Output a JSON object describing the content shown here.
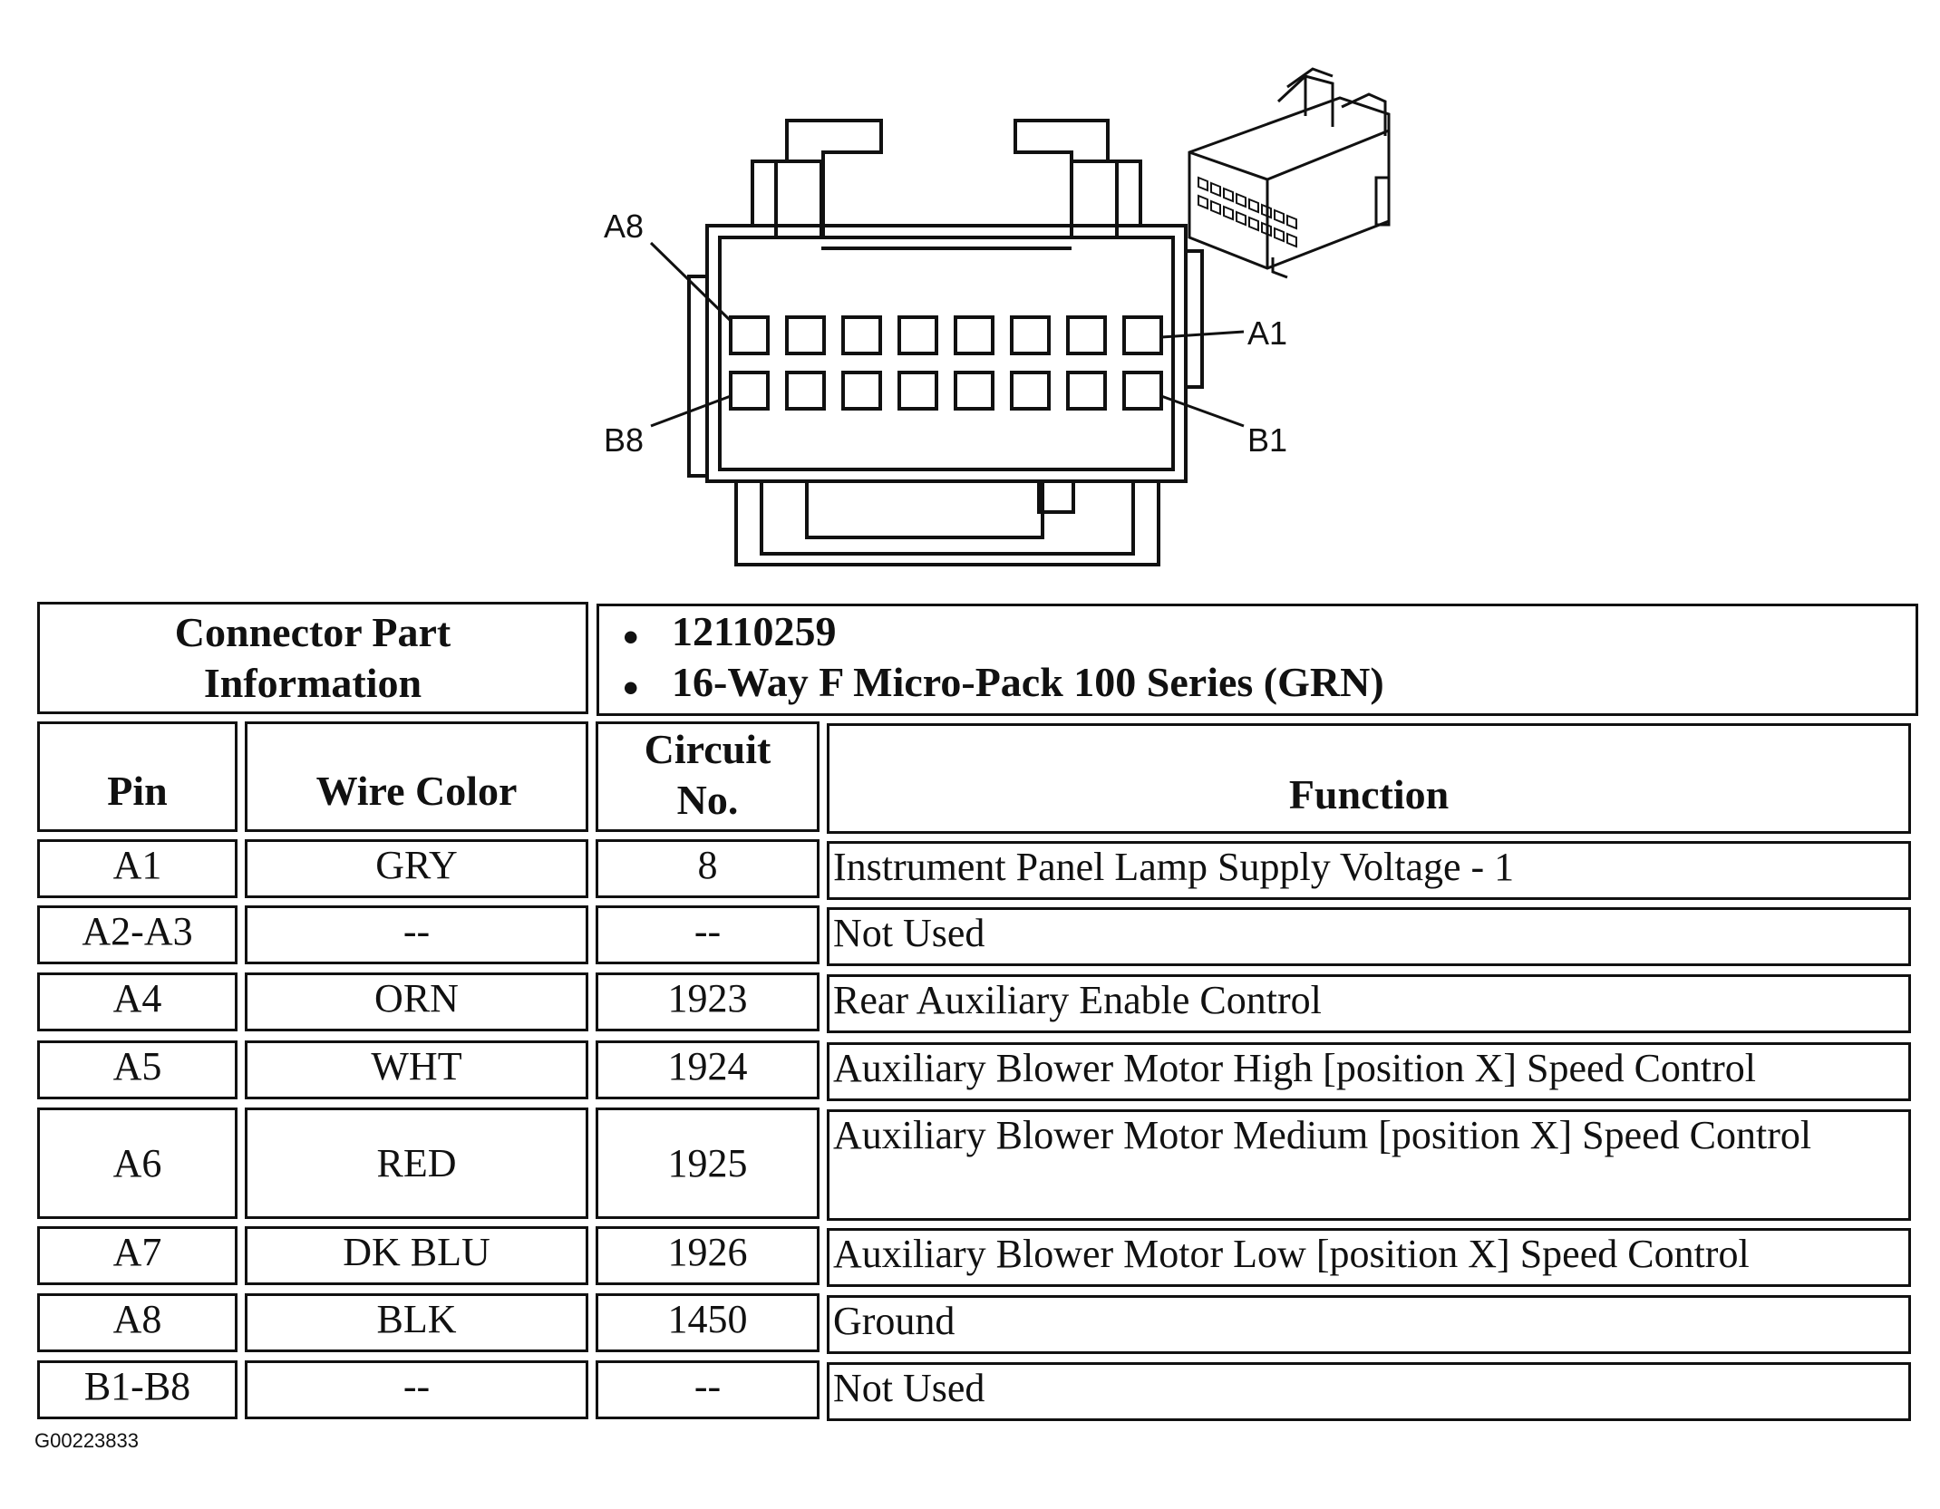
{
  "diagram": {
    "callouts": {
      "a8": "A8",
      "a1": "A1",
      "b8": "B8",
      "b1": "B1"
    }
  },
  "info": {
    "label": "Connector Part Information",
    "label_line1": "Connector Part",
    "label_line2": "Information",
    "items": [
      "12110259",
      "16-Way F Micro-Pack 100 Series (GRN)"
    ]
  },
  "table": {
    "headers": {
      "pin": "Pin",
      "wire_color": "Wire Color",
      "circuit_line1": "Circuit",
      "circuit_line2": "No.",
      "function": "Function"
    },
    "rows": [
      {
        "pin": "A1",
        "wire_color": "GRY",
        "circuit": "8",
        "function": "Instrument Panel Lamp Supply Voltage - 1"
      },
      {
        "pin": "A2-A3",
        "wire_color": "--",
        "circuit": "--",
        "function": "Not Used"
      },
      {
        "pin": "A4",
        "wire_color": "ORN",
        "circuit": "1923",
        "function": "Rear Auxiliary Enable Control"
      },
      {
        "pin": "A5",
        "wire_color": "WHT",
        "circuit": "1924",
        "function": "Auxiliary Blower Motor High [position X] Speed Control"
      },
      {
        "pin": "A6",
        "wire_color": "RED",
        "circuit": "1925",
        "function": "Auxiliary Blower Motor Medium [position X] Speed Control"
      },
      {
        "pin": "A7",
        "wire_color": "DK BLU",
        "circuit": "1926",
        "function": "Auxiliary Blower Motor Low [position X] Speed Control"
      },
      {
        "pin": "A8",
        "wire_color": "BLK",
        "circuit": "1450",
        "function": "Ground"
      },
      {
        "pin": "B1-B8",
        "wire_color": "--",
        "circuit": "--",
        "function": "Not Used"
      }
    ]
  },
  "footer": {
    "doc_id": "G00223833"
  }
}
